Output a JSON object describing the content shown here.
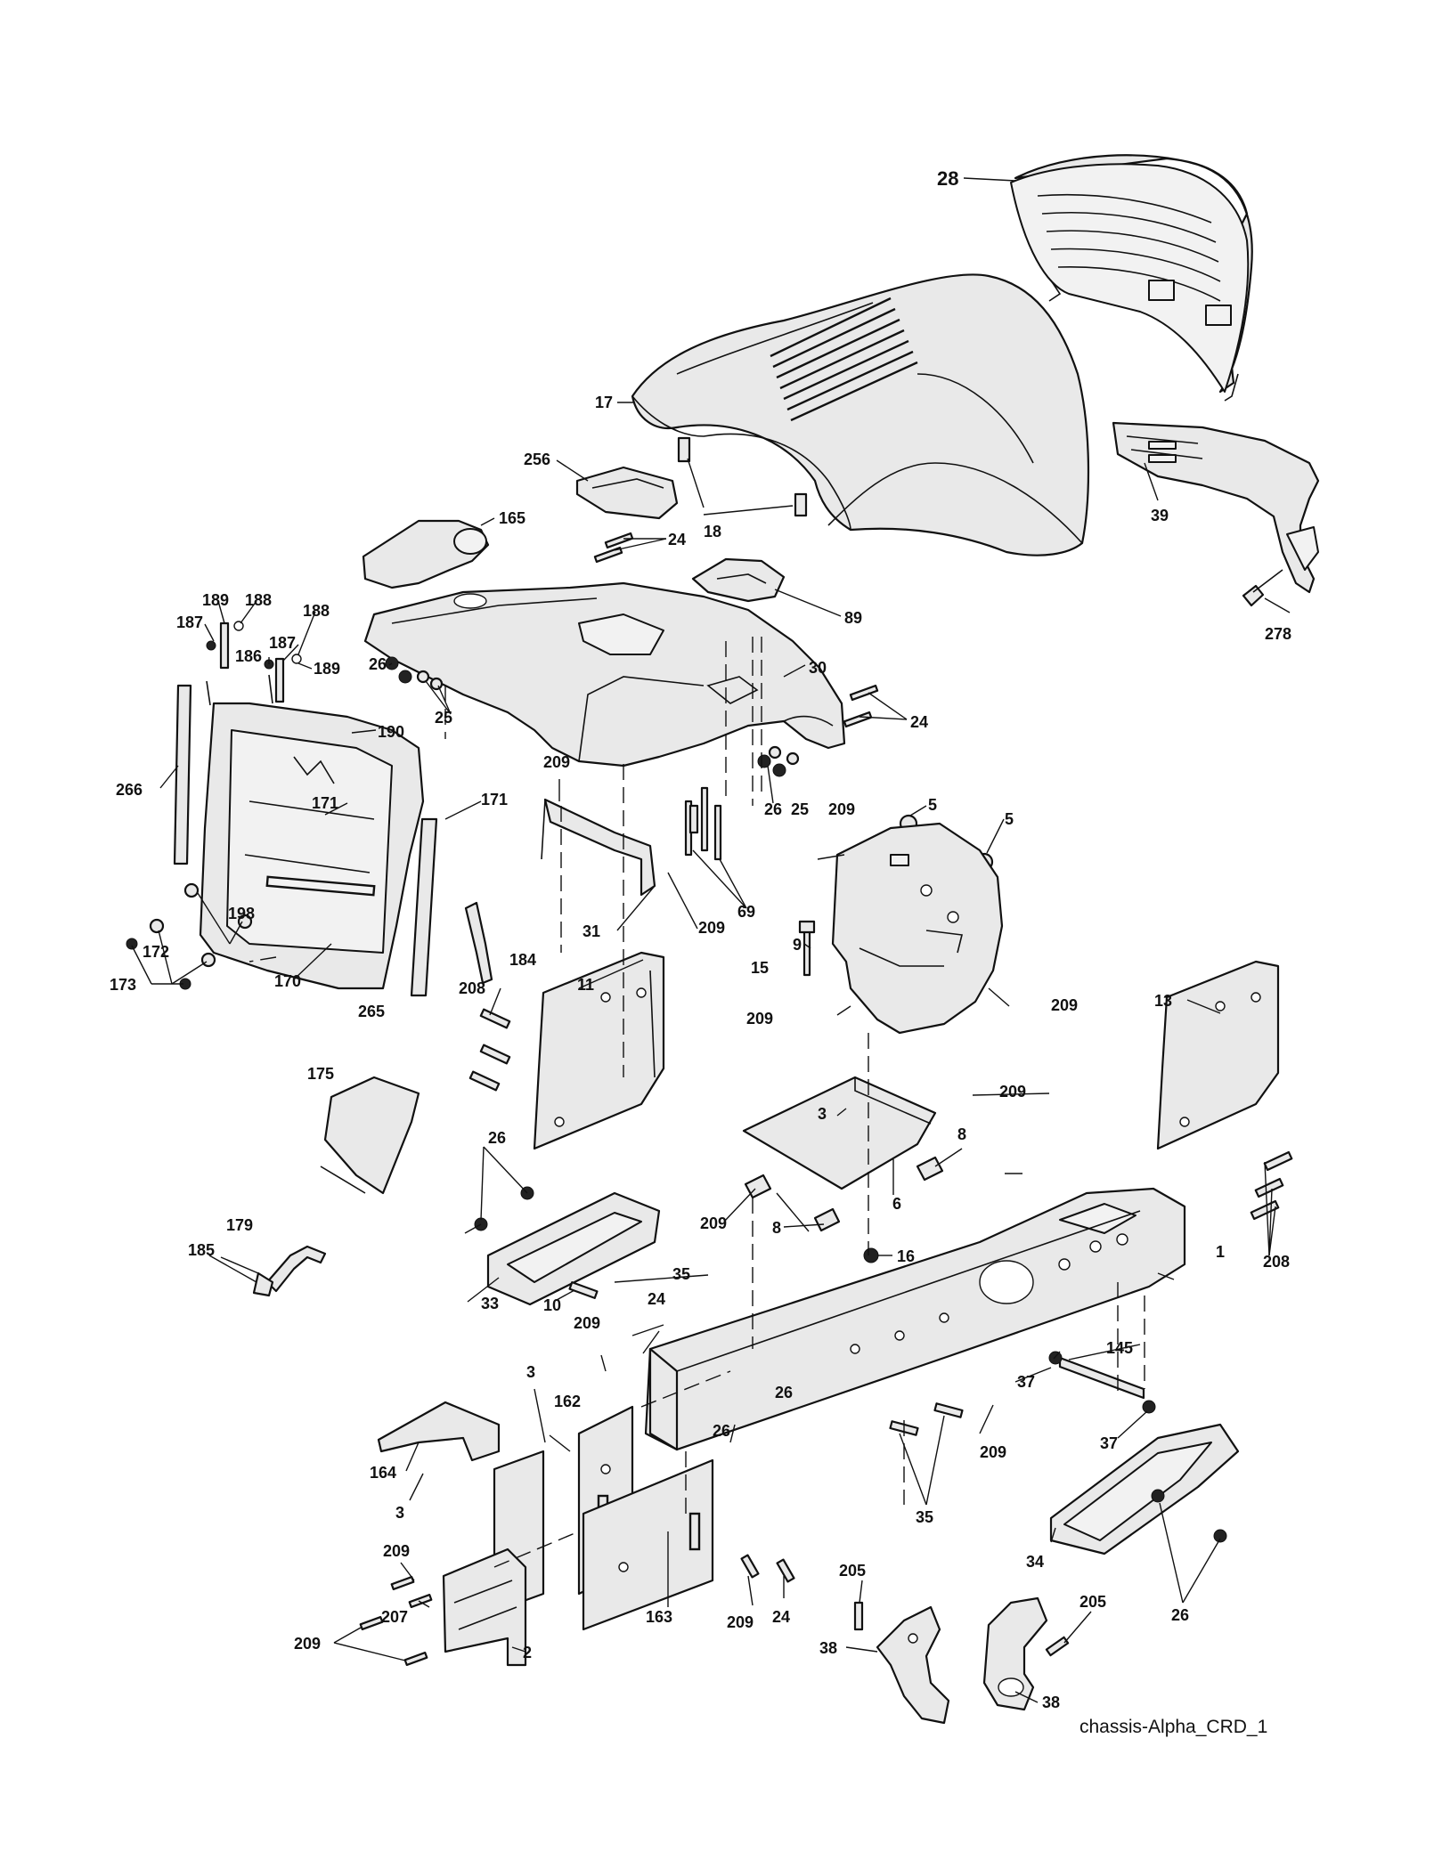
{
  "caption": "chassis-Alpha_CRD_1",
  "colors": {
    "line": "#111111",
    "fill": "#e9e9e9",
    "background": "#ffffff"
  },
  "callouts": [
    {
      "id": "c28",
      "text": "28"
    },
    {
      "id": "c17",
      "text": "17"
    },
    {
      "id": "c256",
      "text": "256"
    },
    {
      "id": "c18",
      "text": "18"
    },
    {
      "id": "c39",
      "text": "39"
    },
    {
      "id": "c278",
      "text": "278"
    },
    {
      "id": "c165",
      "text": "165"
    },
    {
      "id": "c24a",
      "text": "24"
    },
    {
      "id": "c89",
      "text": "89"
    },
    {
      "id": "c30",
      "text": "30"
    },
    {
      "id": "c24b",
      "text": "24"
    },
    {
      "id": "c189a",
      "text": "189"
    },
    {
      "id": "c188a",
      "text": "188"
    },
    {
      "id": "c187a",
      "text": "187"
    },
    {
      "id": "c188b",
      "text": "188"
    },
    {
      "id": "c186",
      "text": "186"
    },
    {
      "id": "c187b",
      "text": "187"
    },
    {
      "id": "c189b",
      "text": "189"
    },
    {
      "id": "c26a",
      "text": "26"
    },
    {
      "id": "c25a",
      "text": "25"
    },
    {
      "id": "c190",
      "text": "190"
    },
    {
      "id": "c266",
      "text": "266"
    },
    {
      "id": "c171a",
      "text": "171"
    },
    {
      "id": "c171b",
      "text": "171"
    },
    {
      "id": "c209a",
      "text": "209"
    },
    {
      "id": "c26b",
      "text": "26"
    },
    {
      "id": "c25b",
      "text": "25"
    },
    {
      "id": "c5a",
      "text": "5"
    },
    {
      "id": "c5b",
      "text": "5"
    },
    {
      "id": "c209b",
      "text": "209"
    },
    {
      "id": "c69",
      "text": "69"
    },
    {
      "id": "c198",
      "text": "198"
    },
    {
      "id": "c172",
      "text": "172"
    },
    {
      "id": "c173",
      "text": "173"
    },
    {
      "id": "c170",
      "text": "170"
    },
    {
      "id": "c31",
      "text": "31"
    },
    {
      "id": "c209c",
      "text": "209"
    },
    {
      "id": "c9",
      "text": "9"
    },
    {
      "id": "c184",
      "text": "184"
    },
    {
      "id": "c15",
      "text": "15"
    },
    {
      "id": "c11",
      "text": "11"
    },
    {
      "id": "c209d",
      "text": "209"
    },
    {
      "id": "c265",
      "text": "265"
    },
    {
      "id": "c208a",
      "text": "208"
    },
    {
      "id": "c13",
      "text": "13"
    },
    {
      "id": "c209e",
      "text": "209"
    },
    {
      "id": "c175",
      "text": "175"
    },
    {
      "id": "c209f",
      "text": "209"
    },
    {
      "id": "c3a",
      "text": "3"
    },
    {
      "id": "c26c",
      "text": "26"
    },
    {
      "id": "c8a",
      "text": "8"
    },
    {
      "id": "c209g",
      "text": "209"
    },
    {
      "id": "c6",
      "text": "6"
    },
    {
      "id": "c8b",
      "text": "8"
    },
    {
      "id": "c179",
      "text": "179"
    },
    {
      "id": "c185",
      "text": "185"
    },
    {
      "id": "c16",
      "text": "16"
    },
    {
      "id": "c1",
      "text": "1"
    },
    {
      "id": "c208b",
      "text": "208"
    },
    {
      "id": "c35a",
      "text": "35"
    },
    {
      "id": "c33",
      "text": "33"
    },
    {
      "id": "c10",
      "text": "10"
    },
    {
      "id": "c24c",
      "text": "24"
    },
    {
      "id": "c209h",
      "text": "209"
    },
    {
      "id": "c145",
      "text": "145"
    },
    {
      "id": "c37a",
      "text": "37"
    },
    {
      "id": "c3b",
      "text": "3"
    },
    {
      "id": "c162",
      "text": "162"
    },
    {
      "id": "c26d",
      "text": "26"
    },
    {
      "id": "c26e",
      "text": "26"
    },
    {
      "id": "c37b",
      "text": "37"
    },
    {
      "id": "c209i",
      "text": "209"
    },
    {
      "id": "c164",
      "text": "164"
    },
    {
      "id": "c3c",
      "text": "3"
    },
    {
      "id": "c35b",
      "text": "35"
    },
    {
      "id": "c209j",
      "text": "209"
    },
    {
      "id": "c207",
      "text": "207"
    },
    {
      "id": "c34",
      "text": "34"
    },
    {
      "id": "c26f",
      "text": "26"
    },
    {
      "id": "c205a",
      "text": "205"
    },
    {
      "id": "c205b",
      "text": "205"
    },
    {
      "id": "c163",
      "text": "163"
    },
    {
      "id": "c209k",
      "text": "209"
    },
    {
      "id": "c24d",
      "text": "24"
    },
    {
      "id": "c209l",
      "text": "209"
    },
    {
      "id": "c2",
      "text": "2"
    },
    {
      "id": "c38a",
      "text": "38"
    },
    {
      "id": "c38b",
      "text": "38"
    }
  ]
}
